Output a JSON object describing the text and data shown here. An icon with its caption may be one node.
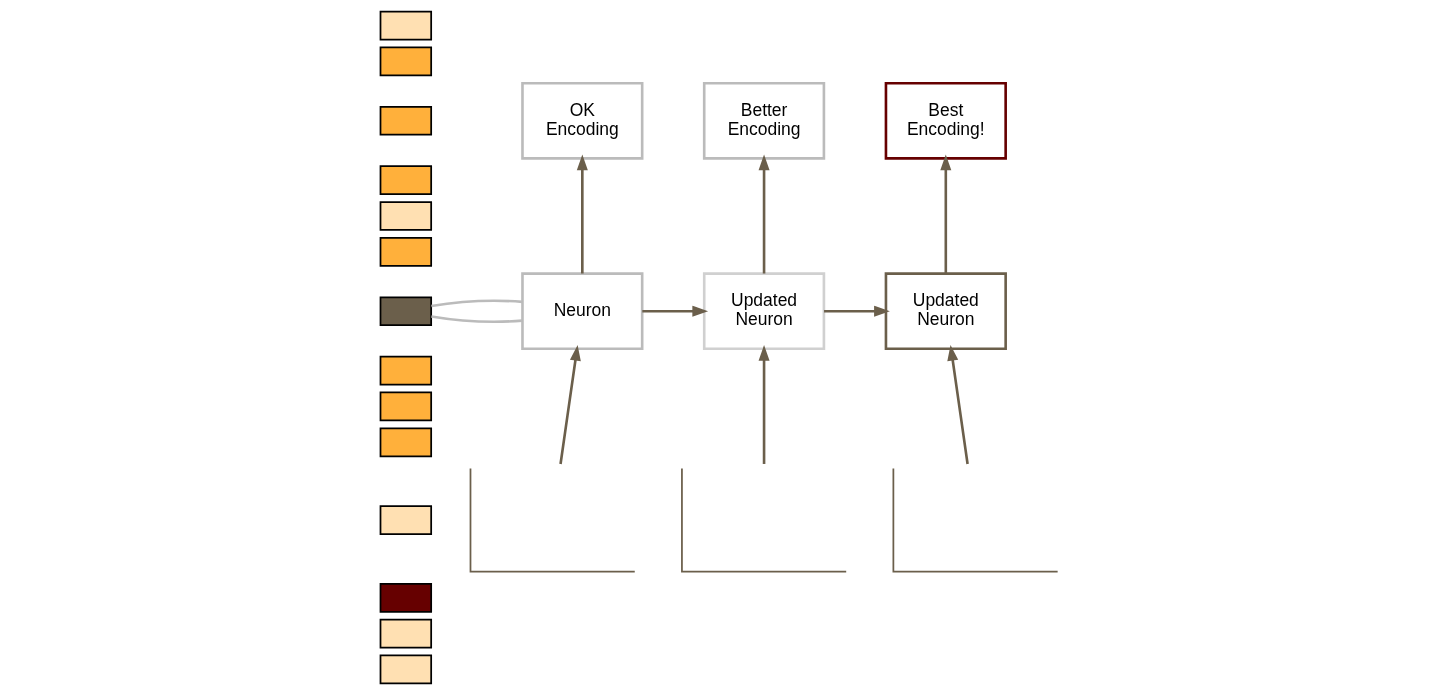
{
  "diagram": {
    "nodes": [
      {
        "text": [],
        "shape": "box"
      },
      {
        "text": [],
        "shape": "box"
      },
      {
        "text": [],
        "shape": "box"
      },
      {
        "text": [],
        "shape": "box"
      },
      {
        "text": [],
        "shape": "box"
      },
      {
        "text": [],
        "shape": "box"
      },
      {
        "text": [],
        "shape": "box"
      },
      {
        "text": [],
        "shape": "box"
      },
      {
        "text": [],
        "shape": "box"
      },
      {
        "text": [],
        "shape": "box"
      },
      {
        "text": [],
        "shape": "box"
      },
      {
        "text": [],
        "shape": "box"
      },
      {
        "text": [],
        "shape": "box"
      },
      {
        "text": [],
        "shape": "box"
      },
      {
        "text": [
          "Neuron"
        ]
      },
      {
        "text": [
          "Updated Neuron"
        ]
      },
      {
        "text": [
          "Updated Neuron"
        ]
      },
      {
        "text": [
          "OK Encoding"
        ]
      },
      {
        "text": [
          "Better Encoding"
        ]
      },
      {
        "text": [
          "Best Encoding!"
        ]
      },
      {
        "text": [],
        "shape": "picture"
      },
      {
        "text": [],
        "shape": "picture"
      },
      {
        "text": [],
        "shape": "picture"
      }
    ],
    "edges": [
      {
        "from": 6,
        "to": 14,
        "arrow": "none",
        "color": "#bbbbbb"
      },
      {
        "from": 6,
        "to": 14,
        "arrow": "none",
        "color": "#bbbbbb"
      },
      {
        "from": 20,
        "to": 14,
        "arrow": "to"
      },
      {
        "from": 14,
        "to": 17,
        "arrow": "to"
      },
      {
        "from": 14,
        "to": 15,
        "arrow": "to"
      },
      {
        "from": 21,
        "to": 15,
        "arrow": "to"
      },
      {
        "from": 15,
        "to": 18,
        "arrow": "to"
      },
      {
        "from": 15,
        "to": 16,
        "arrow": "to"
      },
      {
        "from": 22,
        "to": 16,
        "arrow": "to"
      },
      {
        "from": 16,
        "to": 19,
        "arrow": "to"
      }
    ]
  }
}
